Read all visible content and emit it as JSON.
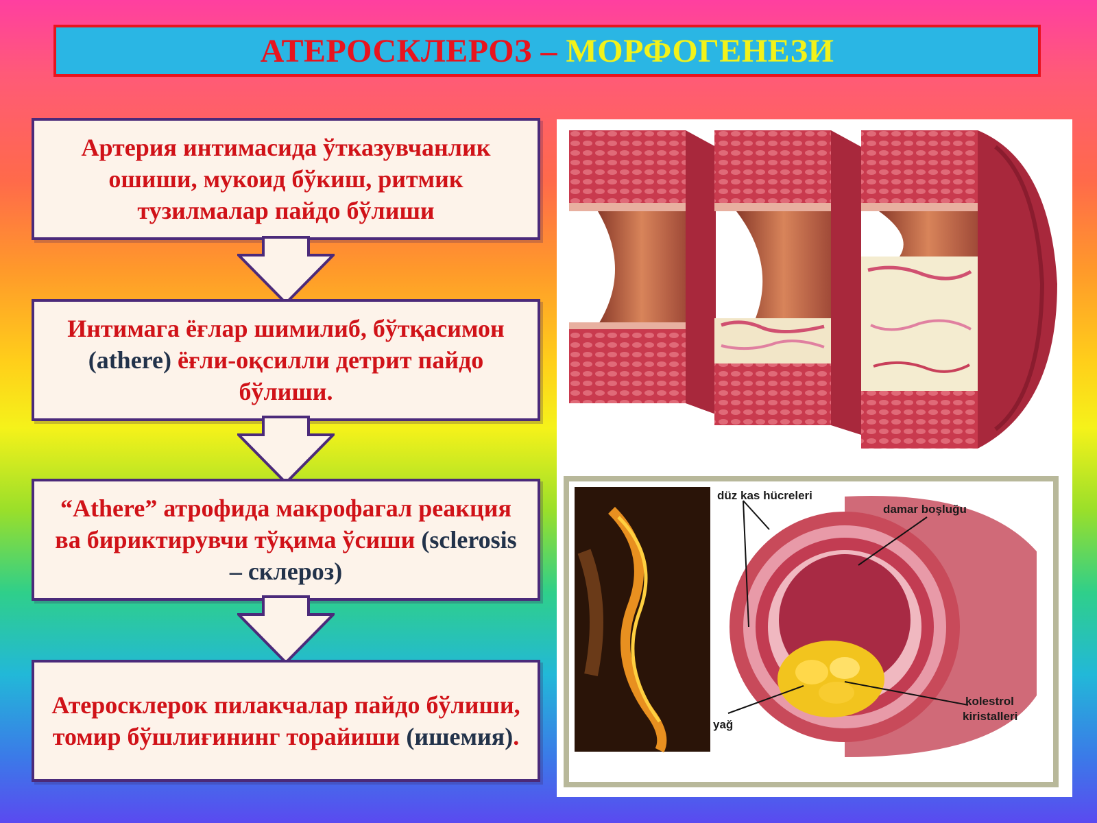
{
  "title": {
    "part1": "АТЕРОСКЛЕРОЗ –",
    "part2": "МОРФОГЕНЕЗИ"
  },
  "steps": [
    {
      "text": "Артерия интимасида ўтказувчанлик ошиши, мукоид бўкиш, ритмик тузилмалар пайдо бўлиши"
    },
    {
      "text1": "Интимага ёғлар шимилиб, бўтқасимон",
      "text2": "(athere)",
      "text3": "ёғли-оқсилли детрит пайдо бўлиши."
    },
    {
      "text1": "“Athere” атрофида макрофагал реакция ва бириктирувчи тўқима ўсиши",
      "text2": "(sclerosis – склероз)"
    },
    {
      "text1": "Атеросклерок пилакчалар пайдо бўлиши, томир бўшлиғининг торайиши",
      "text2": "(ишемия)",
      "text3": "."
    }
  ],
  "diagram_labels": {
    "muscle_cells": "düz kas hücreleri",
    "lumen": "damar boşluğu",
    "cholesterol": "kolestrol",
    "crystals": "kiristalleri",
    "fat": "yağ"
  },
  "colors": {
    "title_red": "#e8141e",
    "title_yellow": "#f2f21a",
    "title_bg": "#2ab6e4",
    "box_border": "#4b2a7a",
    "box_text": "#d01218",
    "box_text_dark": "#22324a"
  }
}
